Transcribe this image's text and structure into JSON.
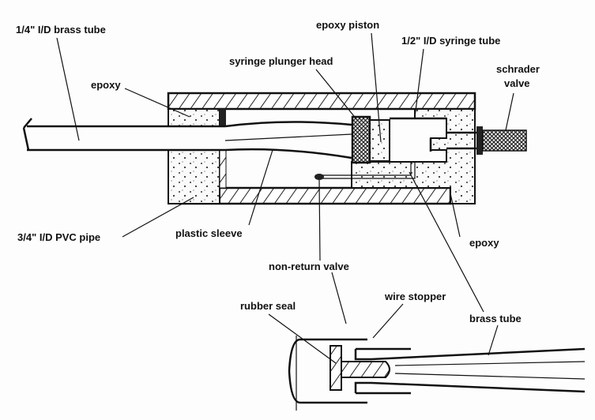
{
  "title": "Syringe pump cross-section diagram",
  "labels": {
    "brass_tube_quarter": "1/4\" I/D brass tube",
    "epoxy_left": "epoxy",
    "plunger_head": "syringe plunger head",
    "epoxy_piston": "epoxy piston",
    "syringe_tube": "1/2\" I/D syringe tube",
    "schrader_1": "schrader",
    "schrader_2": "valve",
    "pvc_pipe": "3/4\" I/D PVC pipe",
    "plastic_sleeve": "plastic sleeve",
    "epoxy_right": "epoxy",
    "non_return_valve": "non-return valve",
    "rubber_seal": "rubber seal",
    "wire_stopper": "wire stopper",
    "brass_tube": "brass tube"
  }
}
